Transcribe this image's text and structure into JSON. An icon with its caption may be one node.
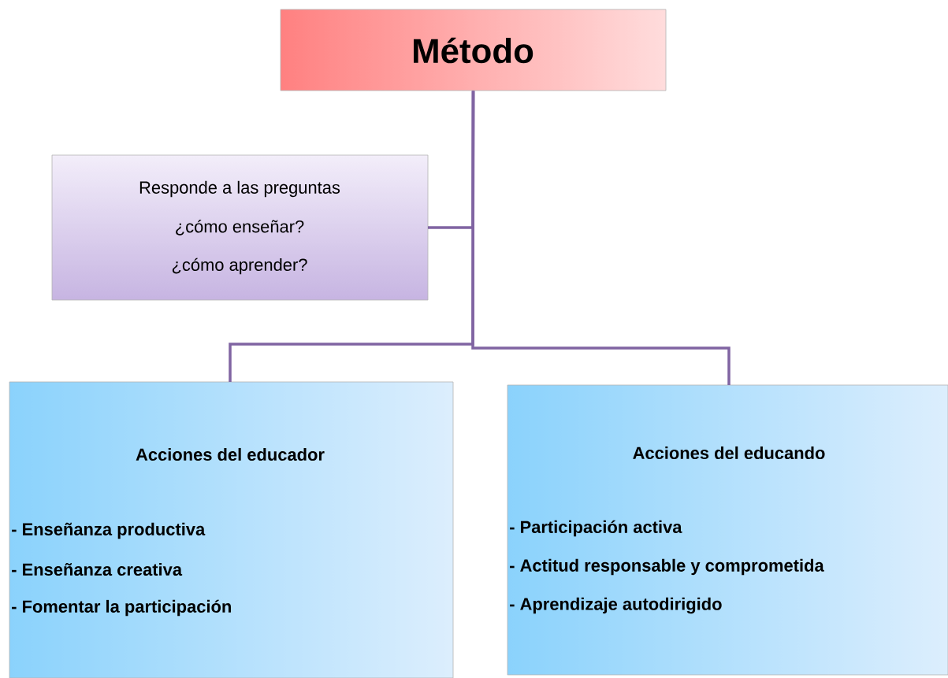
{
  "diagram": {
    "nodes": [
      {
        "text": [
          "Método"
        ]
      },
      {
        "text": [
          "Responde a las preguntas",
          "¿cómo enseñar?",
          "¿cómo aprender?"
        ]
      },
      {
        "text": [
          "Acciones del educador",
          "- Enseñanza productiva",
          "- Enseñanza creativa",
          "- Fomentar la participación"
        ]
      },
      {
        "text": [
          "Acciones del educando",
          "- Participación activa",
          "- Actitud responsable y comprometida",
          "- Aprendizaje autodirigido"
        ]
      }
    ],
    "edges": [
      {
        "from": 0,
        "to": 1,
        "arrow": "none"
      },
      {
        "from": 0,
        "to": 2,
        "arrow": "none"
      },
      {
        "from": 0,
        "to": 3,
        "arrow": "none"
      }
    ]
  }
}
